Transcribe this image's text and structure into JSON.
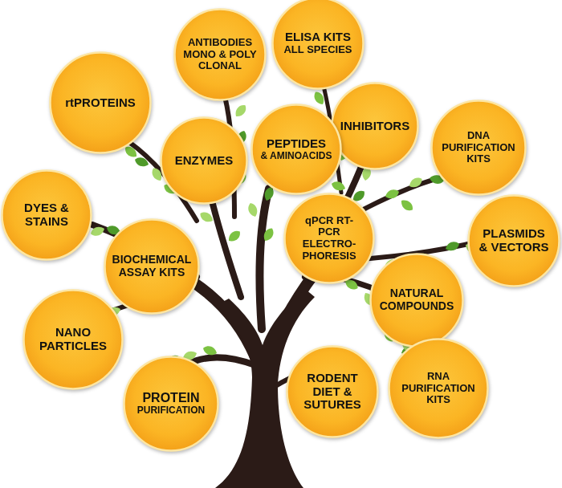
{
  "diagram": {
    "nodes": [
      {
        "text": [
          "ELISA KITS",
          "ALL SPECIES"
        ]
      },
      {
        "text": [
          "ANTIBODIES MONO & POLY CLONAL"
        ]
      },
      {
        "text": [
          "rtPROTEINS"
        ]
      },
      {
        "text": [
          "INHIBITORS"
        ]
      },
      {
        "text": [
          "DNA PURIFICATION KITS"
        ]
      },
      {
        "text": [
          "PEPTIDES",
          "& AMINOACIDS"
        ]
      },
      {
        "text": [
          "ENZYMES"
        ]
      },
      {
        "text": [
          "DYES & STAINS"
        ]
      },
      {
        "text": [
          "qPCR RT-PCR ELECTRO-PHORESIS"
        ]
      },
      {
        "text": [
          "PLASMIDS & VECTORS"
        ]
      },
      {
        "text": [
          "BIOCHEMICAL ASSAY KITS"
        ]
      },
      {
        "text": [
          "NATURAL COMPOUNDS"
        ]
      },
      {
        "text": [
          "NANO PARTICLES"
        ]
      },
      {
        "text": [
          "RNA PURIFICATION KITS"
        ]
      },
      {
        "text": [
          "RODENT DIET & SUTURES"
        ]
      },
      {
        "text": [
          "PROTEIN",
          "PURIFICATION"
        ]
      }
    ]
  }
}
